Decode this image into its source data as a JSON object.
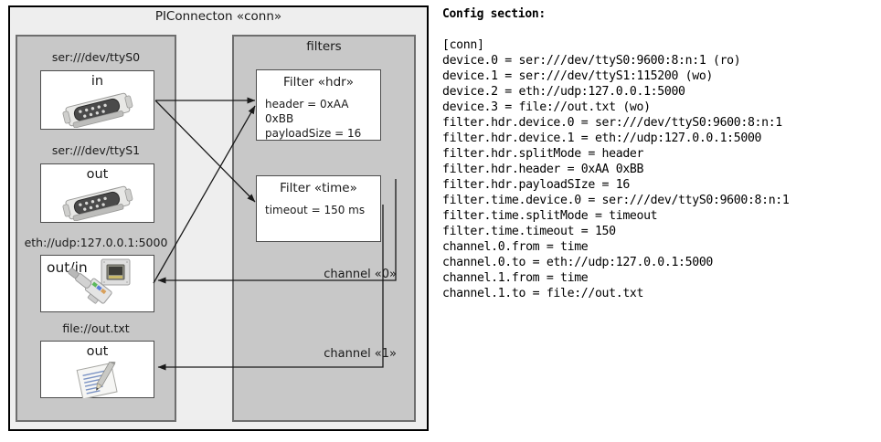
{
  "diagram": {
    "title": "PIConnecton «conn»",
    "devices_panel": {
      "name": "devices",
      "items": [
        {
          "label": "ser:///dev/ttyS0",
          "direction": "in",
          "icon": "serial-db9-icon"
        },
        {
          "label": "ser:///dev/ttyS1",
          "direction": "out",
          "icon": "serial-db9-icon"
        },
        {
          "label": "eth://udp:127.0.0.1:5000",
          "direction": "out/in",
          "icon": "ethernet-rj45-icon"
        },
        {
          "label": "file://out.txt",
          "direction": "out",
          "icon": "document-pencil-icon"
        }
      ]
    },
    "filters_panel": {
      "title": "filters",
      "filters": [
        {
          "title": "Filter «hdr»",
          "attributes": [
            "header = 0xAA 0xBB",
            "payloadSize = 16"
          ]
        },
        {
          "title": "Filter «time»",
          "attributes": [
            "timeout = 150 ms"
          ]
        }
      ],
      "channels": [
        {
          "label": "channel «0»"
        },
        {
          "label": "channel «1»"
        }
      ]
    },
    "colors": {
      "outer_background": "#eeeeee",
      "panel_background": "#c8c8c8",
      "box_background": "#ffffff",
      "border_dark": "#000000",
      "border_panel": "#6e6e6e",
      "border_box": "#4d4d4d",
      "wire": "#1a1a1a"
    }
  },
  "config": {
    "heading": "Config section:",
    "lines": [
      "[conn]",
      "device.0 = ser:///dev/ttyS0:9600:8:n:1 (ro)",
      "device.1 = ser:///dev/ttyS1:115200 (wo)",
      "device.2 = eth://udp:127.0.0.1:5000",
      "device.3 = file://out.txt (wo)",
      "filter.hdr.device.0 = ser:///dev/ttyS0:9600:8:n:1",
      "filter.hdr.device.1 = eth://udp:127.0.0.1:5000",
      "filter.hdr.splitMode = header",
      "filter.hdr.header = 0xAA 0xBB",
      "filter.hdr.payloadSIze = 16",
      "filter.time.device.0 = ser:///dev/ttyS0:9600:8:n:1",
      "filter.time.splitMode = timeout",
      "filter.time.timeout = 150",
      "channel.0.from = time",
      "channel.0.to = eth://udp:127.0.0.1:5000",
      "channel.1.from = time",
      "channel.1.to = file://out.txt"
    ]
  }
}
